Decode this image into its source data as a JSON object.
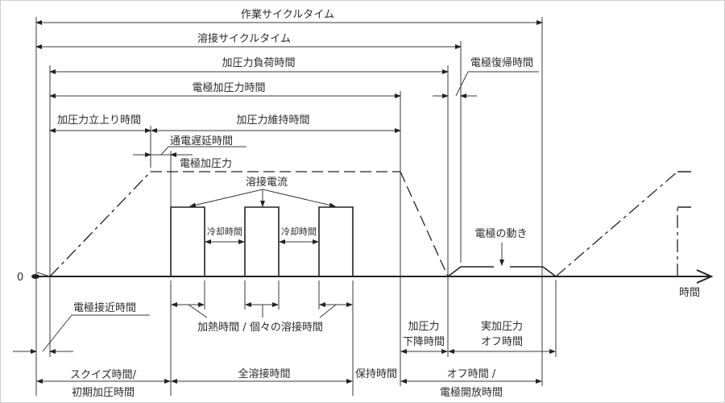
{
  "labels": {
    "work_cycle_time": "作業サイクルタイム",
    "weld_cycle_time": "溶接サイクルタイム",
    "pressure_load_time": "加圧力負荷時間",
    "electrode_pressure_time": "電極加圧力時間",
    "pressure_rise_time": "加圧力立上り時間",
    "pressure_hold_time": "加圧力維持時間",
    "current_delay_time": "通電遅延時間",
    "electrode_force": "電極加圧力",
    "weld_current": "溶接電流",
    "cool_time_1": "冷却時間",
    "cool_time_2": "冷却時間",
    "electrode_return_time": "電極復帰時間",
    "electrode_motion": "電極の動き",
    "zero": "0",
    "time_axis": "時間",
    "electrode_approach_time": "電極接近時間",
    "heat_time": "加熱時間 / 個々の溶接時間",
    "pressure_fall_time_1": "加圧力",
    "pressure_fall_time_2": "下降時間",
    "actual_pressure_off_1": "実加圧力",
    "actual_pressure_off_2": "オフ時間",
    "squeeze_time_1": "スクイズ時間/",
    "squeeze_time_2": "初期加圧時間",
    "total_weld_time": "全溶接時間",
    "hold_time": "保持時間",
    "off_time_1": "オフ時間 /",
    "off_time_2": "電極開放時間"
  },
  "colors": {
    "line": "#222222",
    "text": "#2b2b2b"
  }
}
